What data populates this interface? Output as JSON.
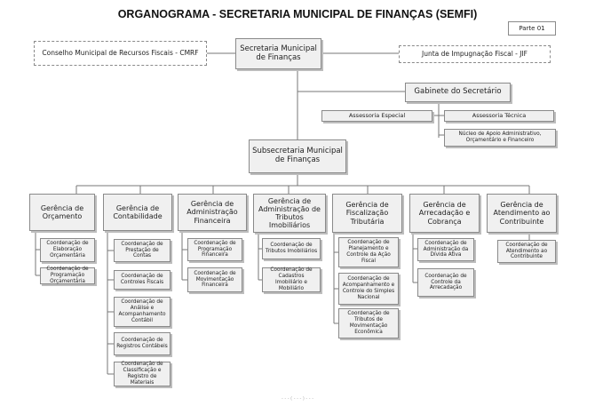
{
  "title": "ORGANOGRAMA  - SECRETARIA  MUNICIPAL DE FINANÇAS (SEMFI)",
  "parte": "Parte 01",
  "secretaria": "Secretaria Municipal de Finanças",
  "conselho": "Conselho Municipal de Recursos Fiscais - CMRF",
  "junta": "Junta de Impugnação Fiscal - JIF",
  "gabinete": "Gabinete do Secretário",
  "assessoria_especial": "Assessoria Especial",
  "assessoria_tecnica": "Assessoria Técnica",
  "nucleo": "Núcleo de Apoio Administrativo, Orçamentário e Financeiro",
  "subsecretaria": "Subsecretaria Municipal de Finanças",
  "gerencias": [
    {
      "name": "Gerência de Orçamento",
      "coords": [
        "Coordenação de Elaboração Orçamentária",
        "Coordenação de Programação Orçamentária"
      ]
    },
    {
      "name": "Gerência de Contabilidade",
      "coords": [
        "Coordenação de Prestação de Contas",
        "Coordenação de Controles Fiscais",
        "Coordenação de Análise e Acompanhamento Contábil",
        "Coordenação de Registros Contábeis",
        "Coordenação de Classificação e Registro de Materiais"
      ]
    },
    {
      "name": "Gerência de Administração Financeira",
      "coords": [
        "Coordenação de Programação Financeira",
        "Coordenação de Movimentação Financeira"
      ]
    },
    {
      "name": "Gerência de Administração de Tributos Imobiliários",
      "coords": [
        "Coordenação de Tributos Imobiliários",
        "Coordenação de Cadastros Imobiliário e Mobiliário"
      ]
    },
    {
      "name": "Gerência de Fiscalização Tributária",
      "coords": [
        "Coordenação de Planejamento e Controle da Ação Fiscal",
        "Coordenação de Acompanhamento e Controle do Simples Nacional",
        "Coordenação de Tributos de Movimentação Econômica"
      ]
    },
    {
      "name": "Gerência de Arrecadação e Cobrança",
      "coords": [
        "Coordenação de Administração da Dívida Ativa",
        "Coordenação de Controle da Arrecadação"
      ]
    },
    {
      "name": "Gerência de Atendimento ao Contribuinte",
      "coords": [
        "Coordenação de Atendimento ao Contribuinte"
      ]
    }
  ],
  "footer": "- - -   ( - - - ) - - -"
}
